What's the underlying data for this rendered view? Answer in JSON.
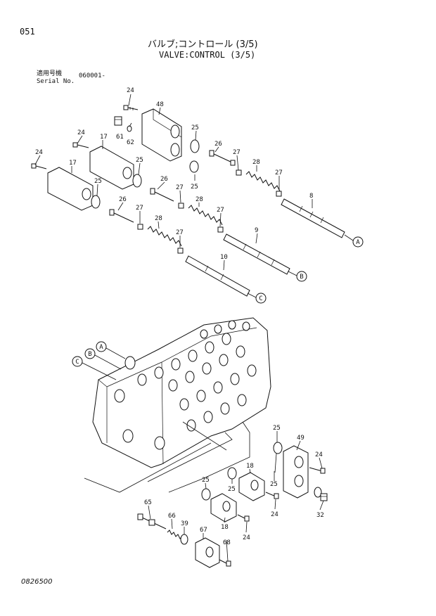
{
  "header": {
    "page_number": "051",
    "title_ja": "バルブ;コントロール (3/5)",
    "title_en": "VALVE:CONTROL (3/5)",
    "serial_label_ja": "適用号機",
    "serial_label_en": "Serial No.",
    "serial_value": "060001-"
  },
  "footer": {
    "doc_number": "0826500"
  },
  "callouts": {
    "c24a": "24",
    "c48": "48",
    "c61": "61",
    "c62": "62",
    "c24b": "24",
    "c17a": "17",
    "c25a": "25",
    "c24c": "24",
    "c17b": "17",
    "c25b": "25",
    "c25c": "25",
    "c25d": "25",
    "c26a": "26",
    "c27a": "27",
    "c28a": "28",
    "c27b": "27",
    "c8": "8",
    "c26b": "26",
    "c27c": "27",
    "c28b": "28",
    "c27d": "27",
    "c26c": "26",
    "c27e": "27",
    "c28c": "28",
    "c27f": "27",
    "c9": "9",
    "c10": "10",
    "c25e": "25",
    "c49": "49",
    "c24d": "24",
    "c18a": "18",
    "c25f": "25",
    "c25g": "25",
    "c24e": "24",
    "c32": "32",
    "c25h": "25",
    "c18b": "18",
    "c24f": "24",
    "c65": "65",
    "c66": "66",
    "c39": "39",
    "c67": "67",
    "c68": "68"
  },
  "ports": {
    "A": "A",
    "B": "B",
    "C": "C"
  }
}
